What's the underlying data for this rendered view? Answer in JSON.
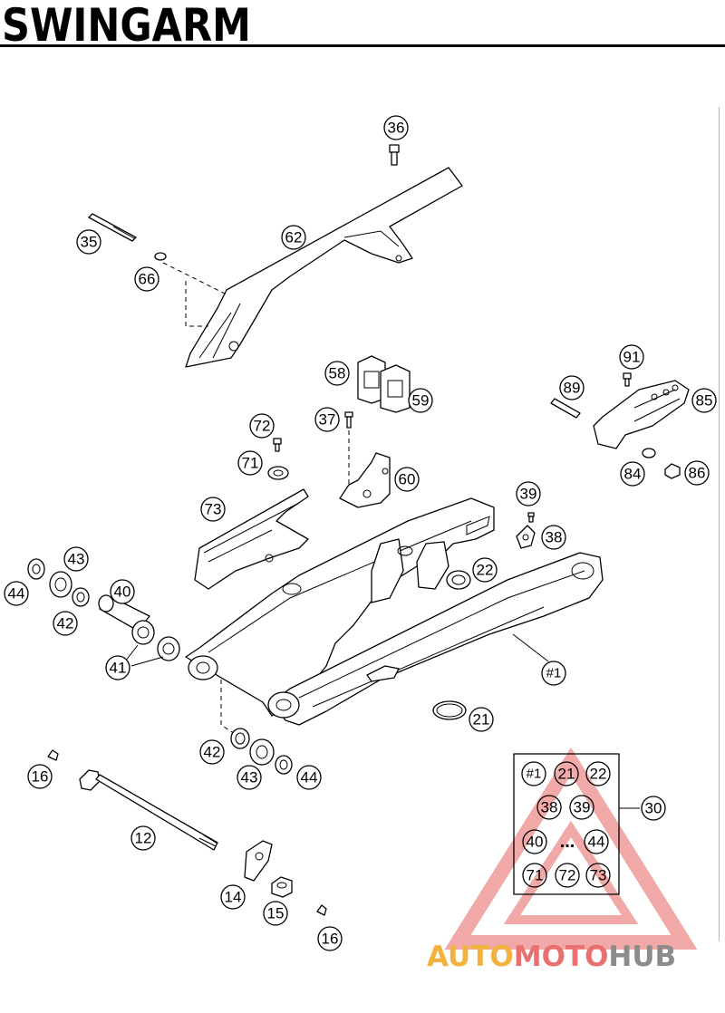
{
  "title": "SWINGARM",
  "callouts": {
    "c36": "36",
    "c35": "35",
    "c62": "62",
    "c66": "66",
    "c58": "58",
    "c59": "59",
    "c37": "37",
    "c60": "60",
    "c72a": "72",
    "c71a": "71",
    "c73a": "73",
    "c91": "91",
    "c89": "89",
    "c85": "85",
    "c84": "84",
    "c86": "86",
    "c39a": "39",
    "c38a": "38",
    "c22": "22",
    "c43a": "43",
    "c44a": "44",
    "c40a": "40",
    "c42a": "42",
    "c41": "41",
    "c1": "#1",
    "c21": "21",
    "c42b": "42",
    "c43b": "43",
    "c44b": "44",
    "c16a": "16",
    "c12": "12",
    "c14": "14",
    "c15": "15",
    "c16b": "16",
    "c30": "30"
  },
  "kit": {
    "k1": "#1",
    "k21": "21",
    "k22": "22",
    "k38": "38",
    "k39": "39",
    "k40": "40",
    "ellipsis": "...",
    "k44": "44",
    "k71": "71",
    "k72": "72",
    "k73": "73"
  },
  "watermark": {
    "part1": "AUTO",
    "part2": "MOTO",
    "part3": "HUB"
  },
  "colors": {
    "line": "#000000",
    "watermark_orange": "#f3b23c",
    "watermark_red": "#e8716f",
    "watermark_gray": "#8c8c8c"
  }
}
